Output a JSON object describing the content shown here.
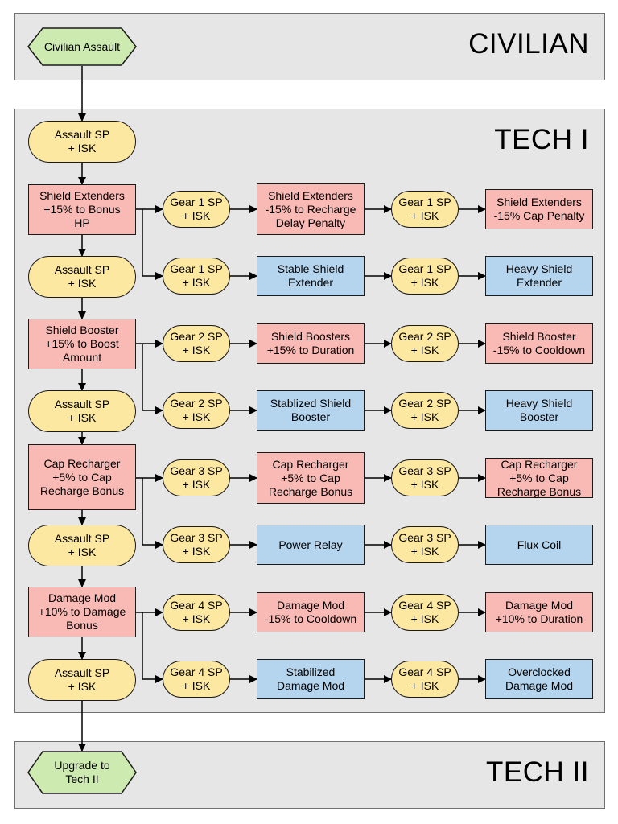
{
  "colors": {
    "panel": "#e6e6e6",
    "pill": "#fde8a2",
    "red": "#f9b9b4",
    "blue": "#b5d4ee",
    "hexagon": "#cdeab0",
    "line": "#000000"
  },
  "panels": {
    "civilian": {
      "title": "CIVILIAN"
    },
    "tech1": {
      "title": "TECH I"
    },
    "tech2": {
      "title": "TECH II"
    }
  },
  "start": {
    "label": "Civilian Assault"
  },
  "end": {
    "label": "Upgrade to\nTech II"
  },
  "main_column": [
    {
      "label": "Assault SP\n+ ISK",
      "kind": "pill"
    },
    {
      "label": "Shield Extenders\n+15% to Bonus\nHP",
      "kind": "red"
    },
    {
      "label": "Assault SP\n+ ISK",
      "kind": "pill"
    },
    {
      "label": "Shield Booster\n+15% to Boost\nAmount",
      "kind": "red"
    },
    {
      "label": "Assault SP\n+ ISK",
      "kind": "pill"
    },
    {
      "label": "Cap Recharger\n+5% to Cap\nRecharge Bonus",
      "kind": "red"
    },
    {
      "label": "Assault SP\n+ ISK",
      "kind": "pill"
    },
    {
      "label": "Damage Mod\n+10% to Damage\nBonus",
      "kind": "red"
    },
    {
      "label": "Assault SP\n+ ISK",
      "kind": "pill"
    }
  ],
  "branches": [
    {
      "upper": [
        "Gear 1 SP\n+ ISK",
        "Shield Extenders\n-15% to Recharge\nDelay Penalty",
        "Gear 1 SP\n+ ISK",
        "Shield Extenders\n-15% Cap Penalty"
      ],
      "lower": [
        "Gear 1 SP\n+ ISK",
        "Stable Shield\nExtender",
        "Gear 1 SP\n+ ISK",
        "Heavy Shield\nExtender"
      ]
    },
    {
      "upper": [
        "Gear 2 SP\n+ ISK",
        "Shield Boosters\n+15% to Duration",
        "Gear 2 SP\n+ ISK",
        "Shield Booster\n-15% to Cooldown"
      ],
      "lower": [
        "Gear 2 SP\n+ ISK",
        "Stablized Shield\nBooster",
        "Gear 2 SP\n+ ISK",
        "Heavy Shield\nBooster"
      ]
    },
    {
      "upper": [
        "Gear 3 SP\n+ ISK",
        "Cap Recharger\n+5% to Cap\nRecharge Bonus",
        "Gear 3 SP\n+ ISK",
        "Cap Recharger\n+5% to Cap\nRecharge Bonus"
      ],
      "lower": [
        "Gear 3 SP\n+ ISK",
        "Power Relay",
        "Gear 3 SP\n+ ISK",
        "Flux Coil"
      ]
    },
    {
      "upper": [
        "Gear 4 SP\n+ ISK",
        "Damage Mod\n-15% to Cooldown",
        "Gear 4 SP\n+ ISK",
        "Damage Mod\n+10% to Duration"
      ],
      "lower": [
        "Gear 4 SP\n+ ISK",
        "Stabilized\nDamage Mod",
        "Gear 4 SP\n+ ISK",
        "Overclocked\nDamage Mod"
      ]
    }
  ]
}
